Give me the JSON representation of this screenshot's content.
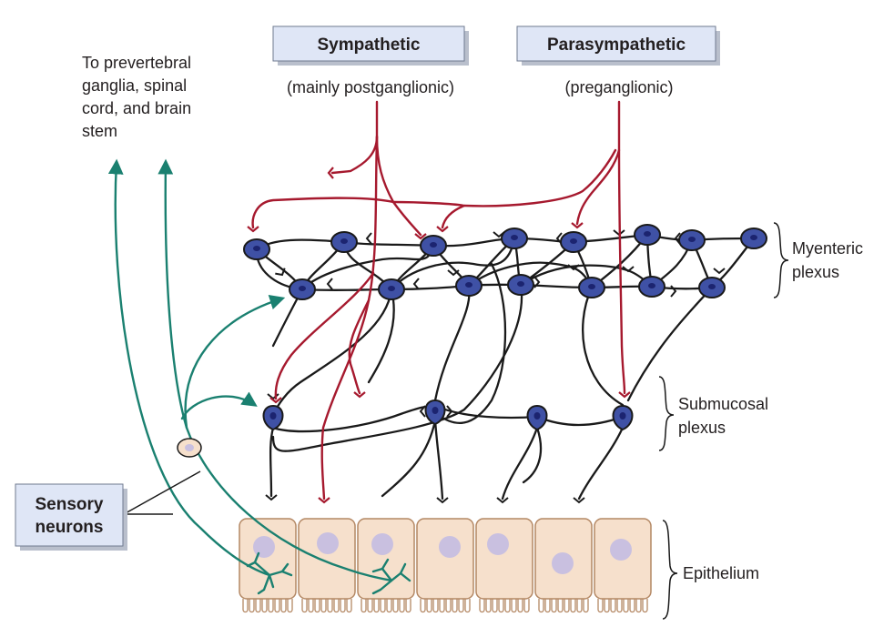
{
  "labels": {
    "sympathetic": "Sympathetic",
    "sympathetic_sub": "(mainly postganglionic)",
    "parasympathetic": "Parasympathetic",
    "parasympathetic_sub": "(preganglionic)",
    "to_line1": "To prevertebral",
    "to_line2": "ganglia, spinal",
    "to_line3": "cord, and brain",
    "to_line4": "stem",
    "myenteric_line1": "Myenteric",
    "myenteric_line2": "plexus",
    "submucosal_line1": "Submucosal",
    "submucosal_line2": "plexus",
    "epithelium": "Epithelium",
    "sensory_line1": "Sensory",
    "sensory_line2": "neurons"
  },
  "colors": {
    "sympathetic_fiber": "#a6192e",
    "sensory_fiber": "#1a8070",
    "enteric_fiber": "#1a1a1a",
    "neuron_body": "#3f51a5",
    "neuron_nucleus": "#1c2470",
    "cell_fill": "#f6e0cc",
    "cell_nucleus": "#c9c0e0",
    "label_box": "#dfe6f6",
    "label_box_shadow": "#b9bfcc"
  }
}
